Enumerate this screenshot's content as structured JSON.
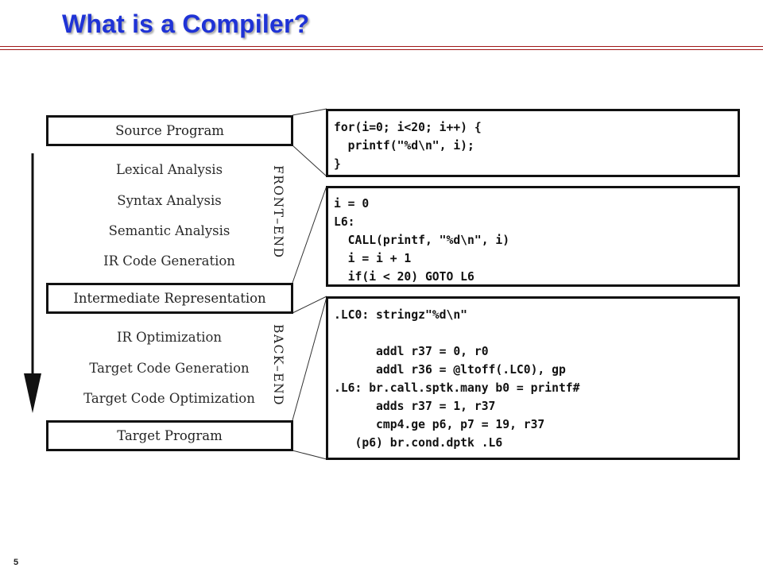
{
  "title": "What is a Compiler?",
  "page_number": "5",
  "diagram": {
    "source_program": "Source Program",
    "front_end_steps": [
      "Lexical Analysis",
      "Syntax Analysis",
      "Semantic Analysis",
      "IR Code Generation"
    ],
    "front_end_label": "FRONT–END",
    "intermediate_representation": "Intermediate Representation",
    "back_end_steps": [
      "IR Optimization",
      "Target Code Generation",
      "Target Code Optimization"
    ],
    "back_end_label": "BACK–END",
    "target_program": "Target Program"
  },
  "code": {
    "source": [
      "for(i=0; i<20; i++) {",
      "  printf(\"%d\\n\", i);",
      "}"
    ],
    "ir": [
      "i = 0",
      "L6:",
      "  CALL(printf, \"%d\\n\", i)",
      "  i = i + 1",
      "  if(i < 20) GOTO L6"
    ],
    "target": [
      ".LC0: stringz\"%d\\n\"",
      "",
      "      addl r37 = 0, r0",
      "      addl r36 = @ltoff(.LC0), gp",
      ".L6: br.call.sptk.many b0 = printf#",
      "      adds r37 = 1, r37",
      "      cmp4.ge p6, p7 = 19, r37",
      "   (p6) br.cond.dptk .L6"
    ]
  }
}
